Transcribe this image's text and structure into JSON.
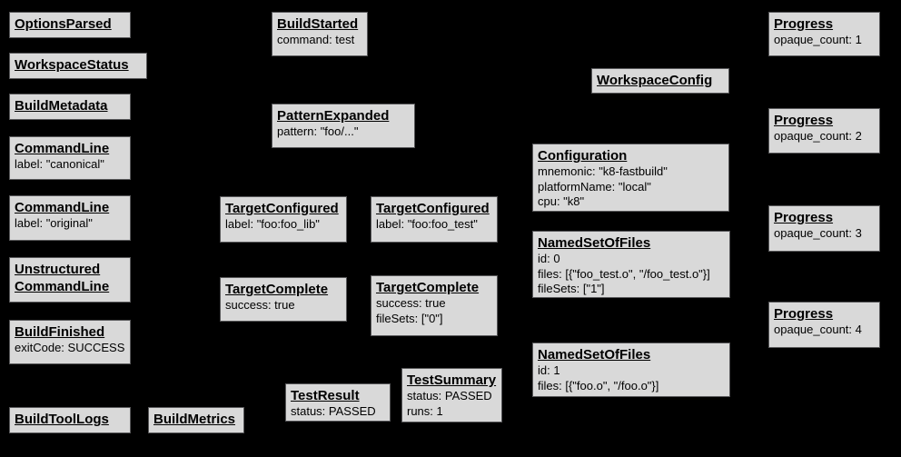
{
  "diagram": {
    "description": "Build Event Protocol event graph",
    "colors": {
      "background": "#000000",
      "node_fill": "#d9d9d9",
      "node_border": "#58585a",
      "text": "#000000"
    }
  },
  "nodes": [
    {
      "title": "OptionsParsed",
      "lines": []
    },
    {
      "title": "WorkspaceStatus",
      "lines": []
    },
    {
      "title": "BuildMetadata",
      "lines": []
    },
    {
      "title": "CommandLine",
      "lines": [
        "label: \"canonical\""
      ]
    },
    {
      "title": "CommandLine",
      "lines": [
        "label: \"original\""
      ]
    },
    {
      "title": "Unstructured",
      "title2": "CommandLine",
      "lines": []
    },
    {
      "title": "BuildFinished",
      "lines": [
        "exitCode: SUCCESS"
      ]
    },
    {
      "title": "BuildToolLogs",
      "lines": []
    },
    {
      "title": "BuildMetrics",
      "lines": []
    },
    {
      "title": "BuildStarted",
      "lines": [
        "command: test"
      ]
    },
    {
      "title": "PatternExpanded",
      "lines": [
        "pattern: \"foo/...\""
      ]
    },
    {
      "title": "TargetConfigured",
      "lines": [
        "label: \"foo:foo_lib\""
      ]
    },
    {
      "title": "TargetConfigured",
      "lines": [
        "label: \"foo:foo_test\""
      ]
    },
    {
      "title": "TargetComplete",
      "lines": [
        "success: true"
      ]
    },
    {
      "title": "TargetComplete",
      "lines": [
        "success: true",
        "fileSets: [\"0\"]"
      ]
    },
    {
      "title": "TestResult",
      "lines": [
        "status: PASSED"
      ]
    },
    {
      "title": "TestSummary",
      "lines": [
        "status: PASSED",
        "runs: 1"
      ]
    },
    {
      "title": "WorkspaceConfig",
      "lines": []
    },
    {
      "title": "Configuration",
      "lines": [
        "mnemonic: \"k8-fastbuild\"",
        "platformName: \"local\"",
        "cpu: \"k8\""
      ]
    },
    {
      "title": "NamedSetOfFiles",
      "lines": [
        "id: 0",
        "files: [{\"foo_test.o\", \"/foo_test.o\"}]",
        "fileSets: [\"1\"]"
      ]
    },
    {
      "title": "NamedSetOfFiles",
      "lines": [
        "id: 1",
        "files: [{\"foo.o\", \"/foo.o\"}]"
      ]
    },
    {
      "title": "Progress",
      "lines": [
        "opaque_count: 1"
      ]
    },
    {
      "title": "Progress",
      "lines": [
        "opaque_count: 2"
      ]
    },
    {
      "title": "Progress",
      "lines": [
        "opaque_count: 3"
      ]
    },
    {
      "title": "Progress",
      "lines": [
        "opaque_count: 4"
      ]
    }
  ]
}
